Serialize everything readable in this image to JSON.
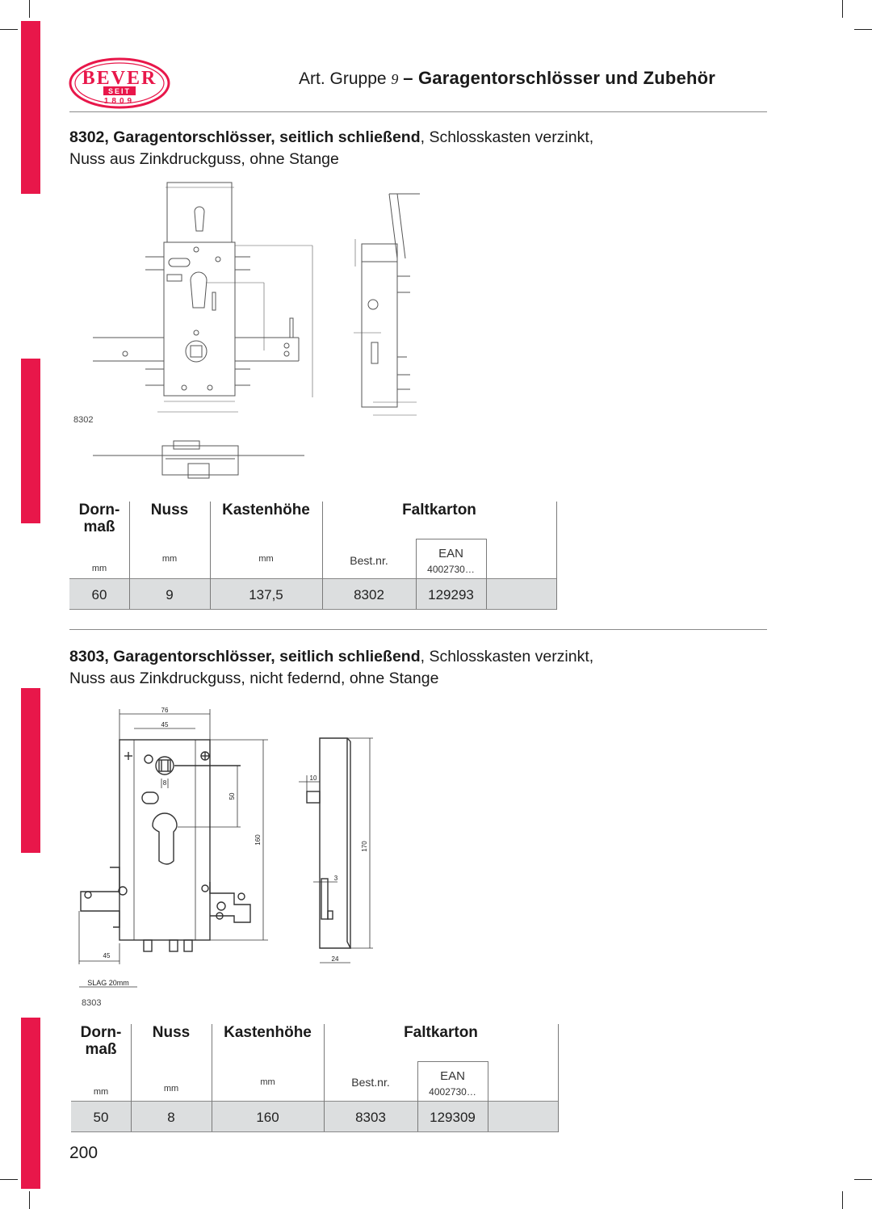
{
  "header": {
    "prefix": "Art. Gruppe",
    "group": "9",
    "title": "– Garagentorschlösser und Zubehör"
  },
  "logo": {
    "brand": "BEVER",
    "seit": "SEIT",
    "year": "1809",
    "color": "#e8174a"
  },
  "products": [
    {
      "title_bold": "8302, Garagentorschlösser, seitlich schließend",
      "title_rest": ", Schlosskasten verzinkt,",
      "line2": "Nuss aus Zinkdruckguss, ohne Stange",
      "figure_label": "8302",
      "table": {
        "headers": [
          "Dorn-",
          "maß",
          "Nuss",
          "Kastenhöhe",
          "Faltkarton"
        ],
        "units": [
          "mm",
          "mm",
          "mm",
          "Best.nr.",
          "EAN",
          "4002730…"
        ],
        "row": [
          "60",
          "9",
          "137,5",
          "8302",
          "129293"
        ]
      }
    },
    {
      "title_bold": "8303, Garagentorschlösser, seitlich schließend",
      "title_rest": ", Schlosskasten verzinkt,",
      "line2": "Nuss aus Zinkdruckguss, nicht federnd, ohne Stange",
      "figure_label": "8303",
      "drawing_labels": [
        "76",
        "45",
        "8",
        "50",
        "160",
        "10",
        "3",
        "170",
        "45",
        "24",
        "SLAG 20mm"
      ],
      "table": {
        "headers": [
          "Dorn-",
          "maß",
          "Nuss",
          "Kastenhöhe",
          "Faltkarton"
        ],
        "units": [
          "mm",
          "mm",
          "mm",
          "Best.nr.",
          "EAN",
          "4002730…"
        ],
        "row": [
          "50",
          "8",
          "160",
          "8303",
          "129309"
        ]
      }
    }
  ],
  "page_number": "200",
  "colors": {
    "accent": "#e8174a",
    "row_bg": "#dcdedf"
  }
}
